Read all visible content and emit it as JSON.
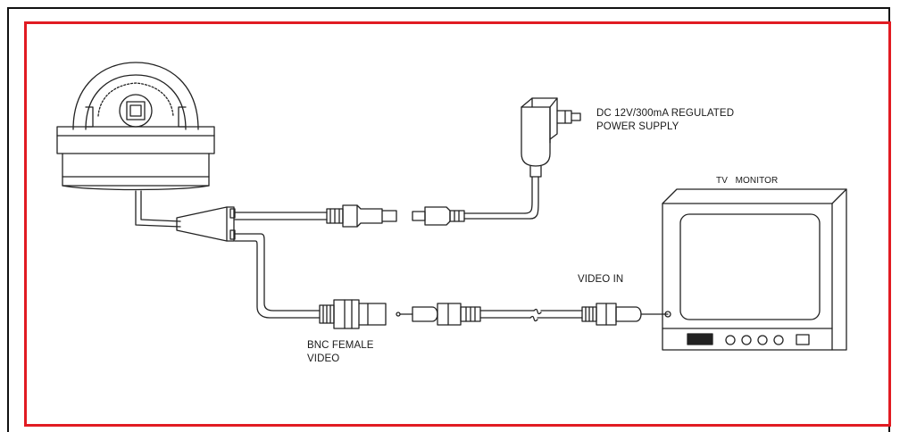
{
  "labels": {
    "power_supply": [
      "DC 12V/300mA REGULATED",
      "POWER SUPPLY"
    ],
    "tv_monitor": "TV   MONITOR",
    "video_in": "VIDEO IN",
    "bnc": [
      "BNC FEMALE",
      "VIDEO"
    ]
  },
  "colors": {
    "frame": "#e11b22",
    "line": "#222222"
  }
}
